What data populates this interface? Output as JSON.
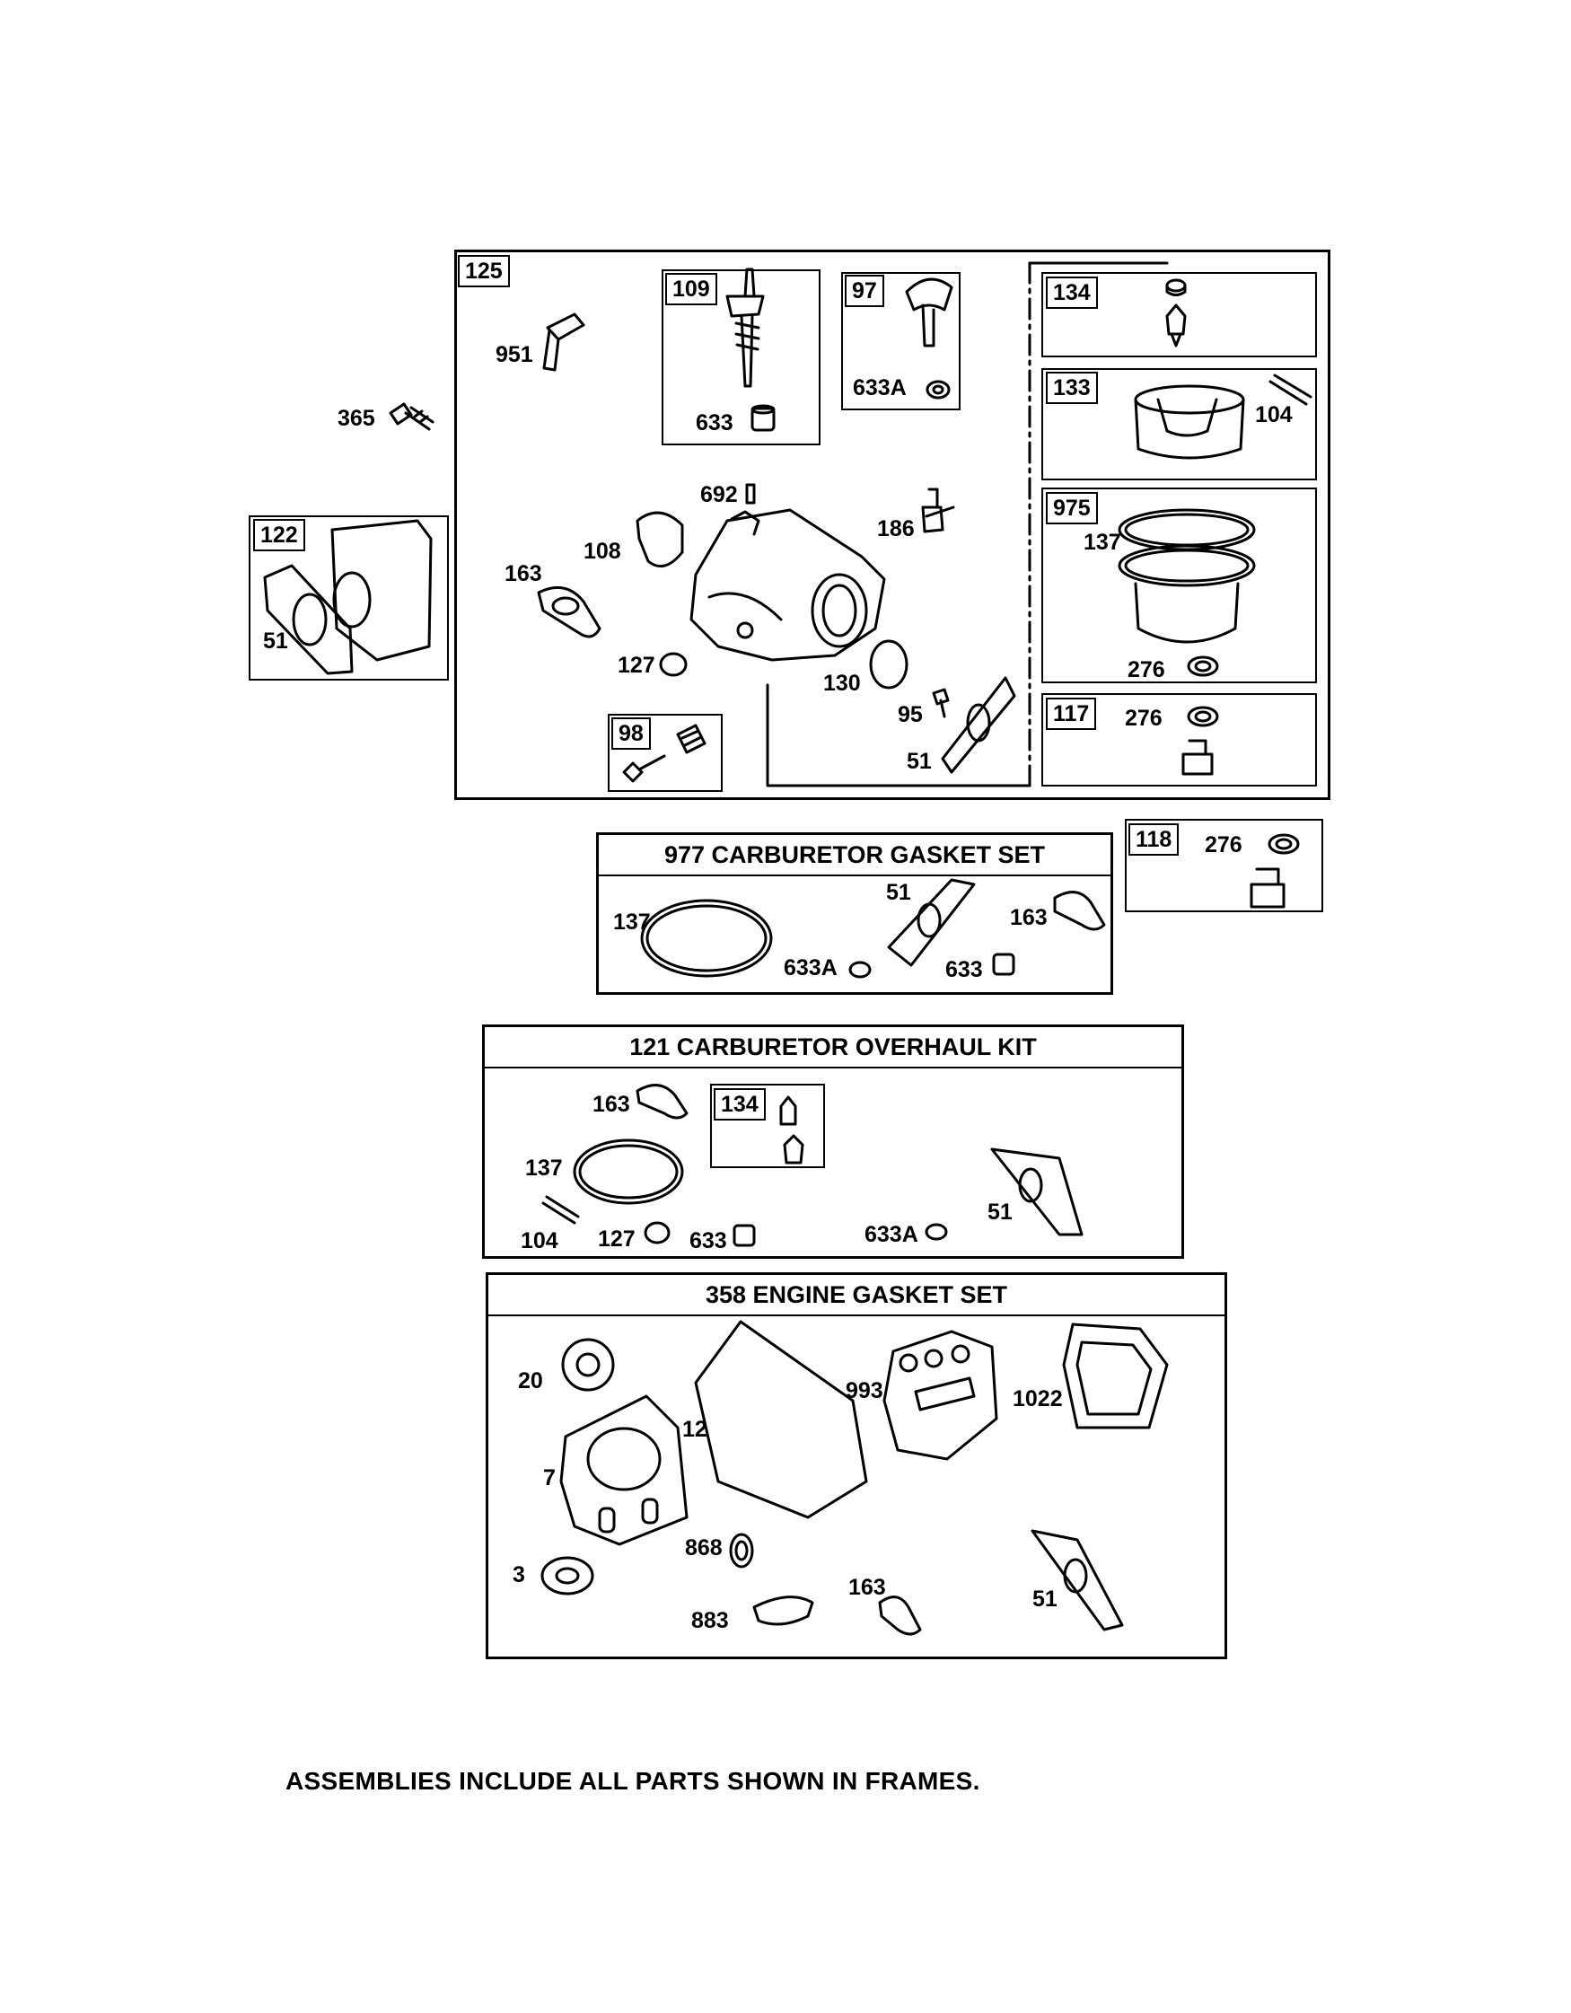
{
  "frames": {
    "f125": "125",
    "f109": "109",
    "f97": "97",
    "f134": "134",
    "f133": "133",
    "f975": "975",
    "f117": "117",
    "f122": "122",
    "f98": "98",
    "f118": "118",
    "f134b": "134"
  },
  "kits": {
    "k977": "977 CARBURETOR  GASKET SET",
    "k121": "121 CARBURETOR OVERHAUL KIT",
    "k358": "358 ENGINE GASKET SET"
  },
  "parts": {
    "p951": "951",
    "p365": "365",
    "p633a": "633",
    "p633A_97": "633A",
    "p692": "692",
    "p186": "186",
    "p108": "108",
    "p163a": "163",
    "p127a": "127",
    "p130": "130",
    "p95": "95",
    "p51a": "51",
    "p51b": "51",
    "p104a": "104",
    "p137a": "137",
    "p276a": "276",
    "p276b": "276",
    "p276c": "276",
    "p137b": "137",
    "p51c": "51",
    "p163b": "163",
    "p633Ab": "633A",
    "p633b": "633",
    "p163c": "163",
    "p137c": "137",
    "p104b": "104",
    "p127b": "127",
    "p633c": "633",
    "p633Ac": "633A",
    "p51d": "51",
    "p20": "20",
    "p12": "12",
    "p993": "993",
    "p1022": "1022",
    "p7": "7",
    "p868": "868",
    "p3": "3",
    "p883": "883",
    "p163d": "163",
    "p51e": "51"
  },
  "footer": "ASSEMBLIES INCLUDE ALL PARTS SHOWN IN FRAMES."
}
